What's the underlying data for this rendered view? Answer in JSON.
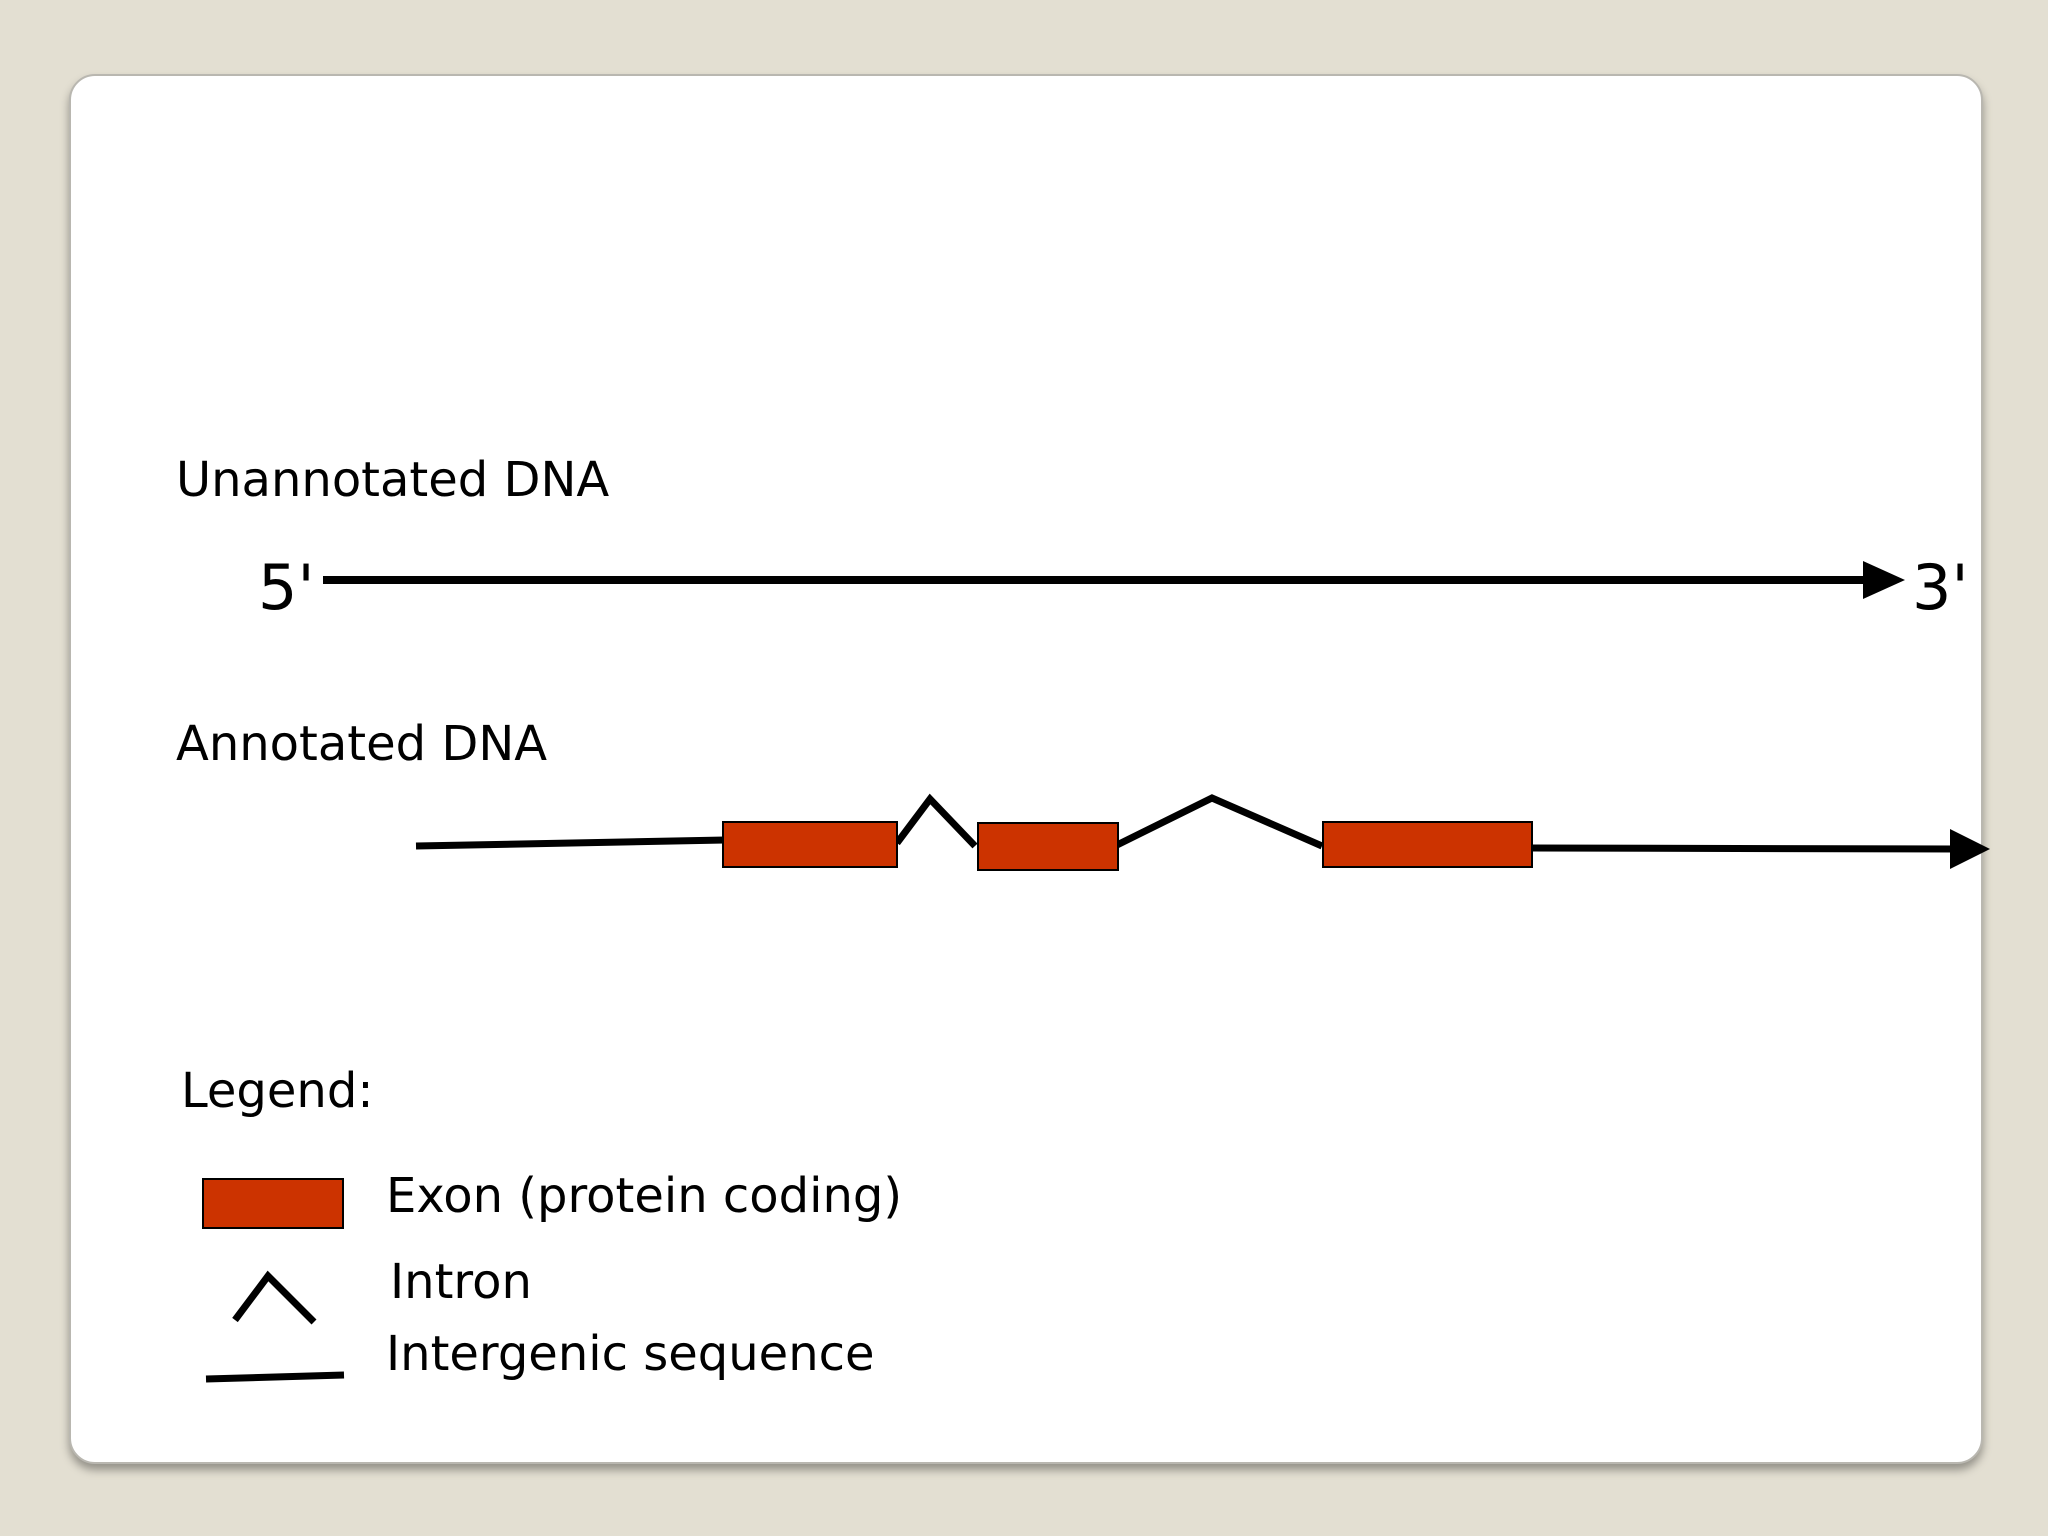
{
  "colors": {
    "background": "#e3dfd2",
    "slide": "#ffffff",
    "exon_fill": "#cc3300",
    "line": "#000000"
  },
  "unannotated": {
    "title": "Unannotated DNA",
    "five_prime": "5'",
    "three_prime": "3'"
  },
  "annotated": {
    "title": "Annotated DNA",
    "exon_count": 3,
    "intron_count": 2
  },
  "legend": {
    "title": "Legend:",
    "items": [
      {
        "label": "Exon (protein coding)",
        "icon": "exon-box-icon"
      },
      {
        "label": "Intron",
        "icon": "intron-caret-icon"
      },
      {
        "label": "Intergenic sequence",
        "icon": "intergenic-line-icon"
      }
    ]
  }
}
